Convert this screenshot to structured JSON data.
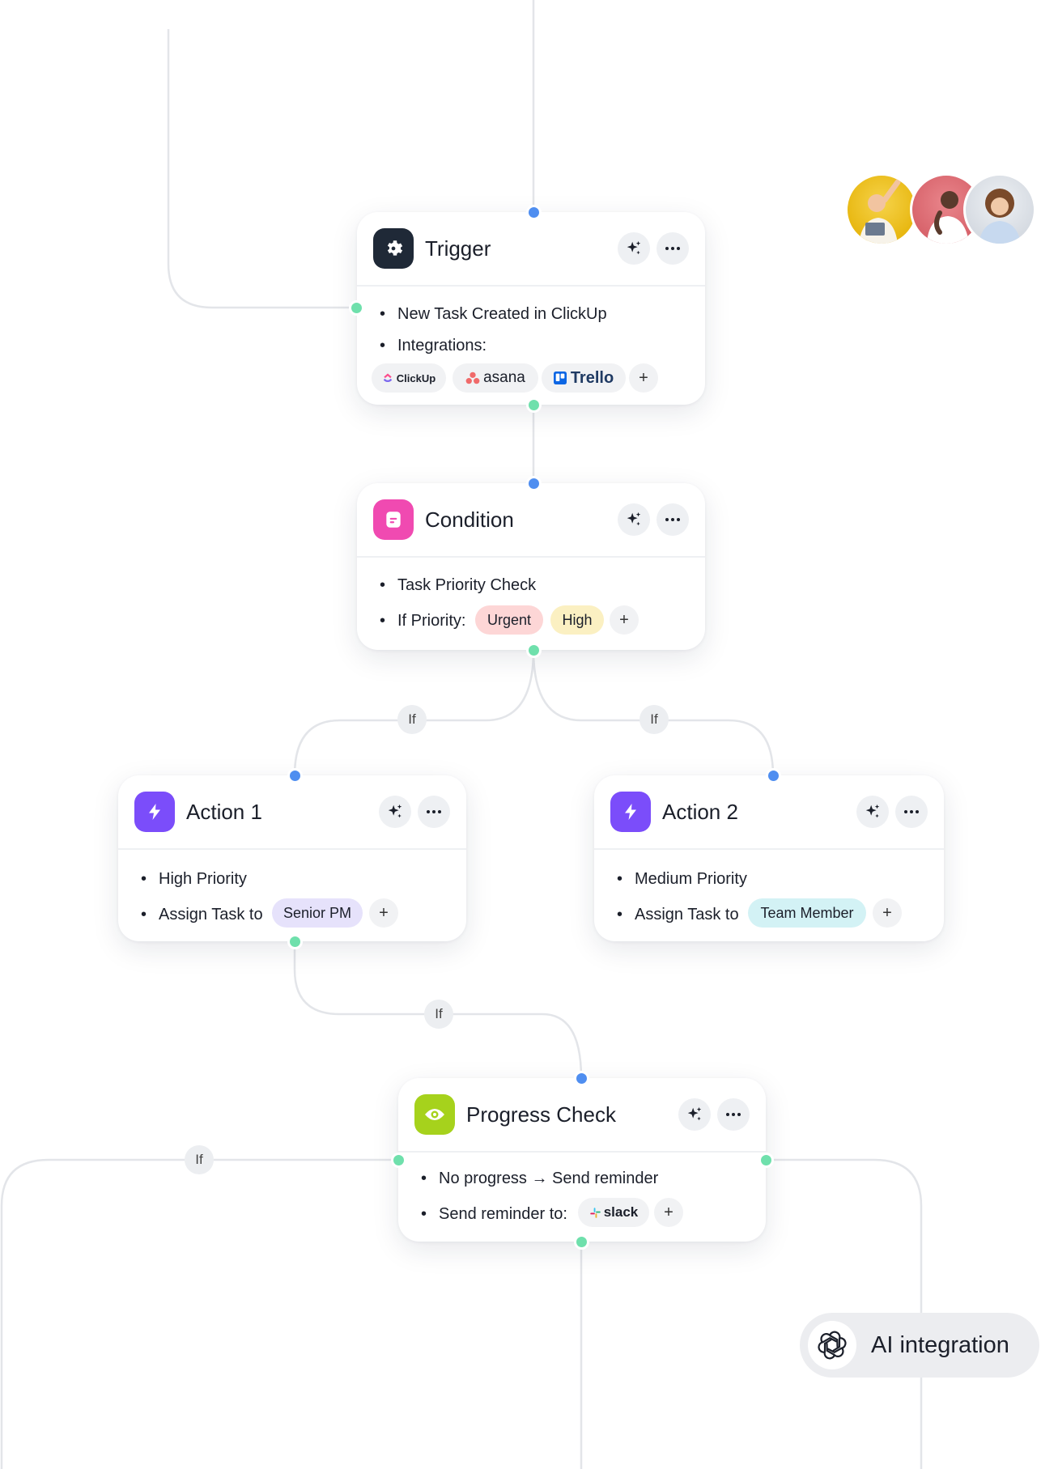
{
  "trigger": {
    "title": "Trigger",
    "items": [
      "New Task Created in ClickUp",
      "Integrations:"
    ],
    "integrations": [
      "ClickUp",
      "asana",
      "Trello"
    ],
    "add": "+"
  },
  "condition": {
    "title": "Condition",
    "items": [
      "Task Priority Check",
      "If Priority:"
    ],
    "priorities": [
      "Urgent",
      "High"
    ],
    "add": "+"
  },
  "branch_label": "If",
  "action1": {
    "title": "Action 1",
    "items": [
      "High Priority",
      "Assign Task to"
    ],
    "assignee": "Senior PM",
    "add": "+"
  },
  "action2": {
    "title": "Action 2",
    "items": [
      "Medium Priority",
      "Assign Task to"
    ],
    "assignee": "Team Member",
    "add": "+"
  },
  "progress": {
    "title": "Progress Check",
    "items": [
      "No progress → Send reminder",
      "Send reminder to:"
    ],
    "channel": "slack",
    "add": "+"
  },
  "ai_integration": {
    "label": "AI integration"
  },
  "icons": {
    "ai_assist": "sparkles-icon",
    "more": "ellipsis-icon",
    "trigger": "gear-icon",
    "condition": "document-icon",
    "action": "lightning-icon",
    "progress": "eye-icon",
    "ai": "openai-icon"
  },
  "colors": {
    "wire": "#e3e5e9",
    "dot_in": "#4f8ef0",
    "dot_out": "#6fe0ac",
    "trigger_icon_bg": "#1f2937",
    "condition_icon_bg": "#f04ab1",
    "action_icon_bg": "#7b4dfa",
    "progress_icon_bg": "#a6d21c",
    "urgent_bg": "#fdd6d6",
    "high_bg": "#fbf0c2",
    "senior_pm_bg": "#e6e2fb",
    "team_member_bg": "#d3f2f5"
  }
}
